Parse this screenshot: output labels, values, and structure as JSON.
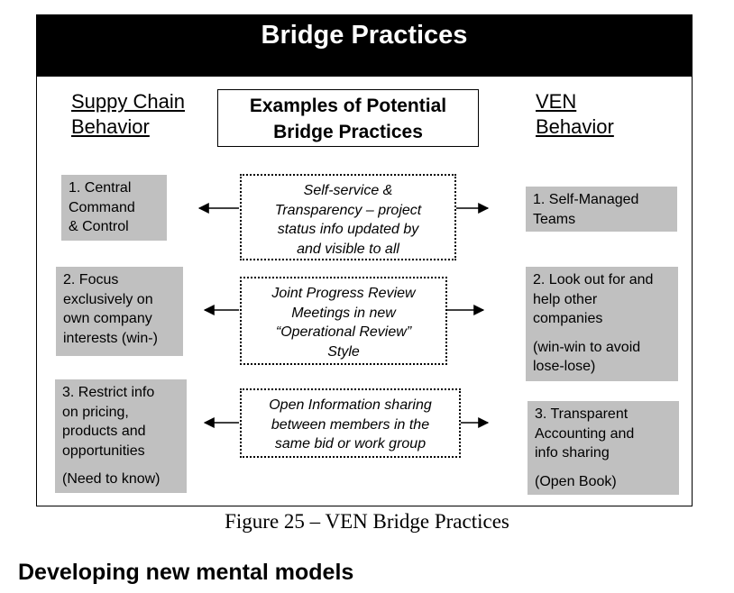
{
  "figure": {
    "title": "Bridge Practices",
    "left_header": [
      "Suppy Chain",
      "Behavior"
    ],
    "center_header": [
      "Examples of Potential",
      "Bridge Practices"
    ],
    "right_header": [
      "VEN",
      "Behavior"
    ],
    "rows": [
      {
        "left": {
          "lines": [
            "1. Central",
            "Command",
            "& Control"
          ],
          "note": ""
        },
        "middle": [
          "Self-service &",
          "Transparency – project",
          "status info updated by",
          "and visible to all"
        ],
        "right": {
          "lines": [
            "1. Self-Managed",
            "Teams"
          ],
          "note": ""
        }
      },
      {
        "left": {
          "lines": [
            "2. Focus",
            "exclusively on",
            "own company",
            "interests (win-)"
          ],
          "note": ""
        },
        "middle": [
          "Joint Progress Review",
          "Meetings in new",
          "“Operational Review”",
          "Style"
        ],
        "right": {
          "lines": [
            "2. Look out for and",
            "help other",
            "companies"
          ],
          "note": [
            "(win-win to avoid",
            "lose-lose)"
          ]
        }
      },
      {
        "left": {
          "lines": [
            "3. Restrict info",
            "on pricing,",
            "products and",
            "opportunities"
          ],
          "note": [
            "(Need to know)"
          ]
        },
        "middle": [
          "Open Information sharing",
          "between members in the",
          "same bid or work group"
        ],
        "right": {
          "lines": [
            "3. Transparent",
            "Accounting and",
            "info sharing"
          ],
          "note": [
            "(Open Book)"
          ]
        }
      }
    ]
  },
  "caption": "Figure 25 – VEN Bridge Practices",
  "section_heading": "Developing new mental models",
  "colors": {
    "title_bar": "#000000",
    "gray_box": "#c0c0c0",
    "background": "#ffffff"
  }
}
